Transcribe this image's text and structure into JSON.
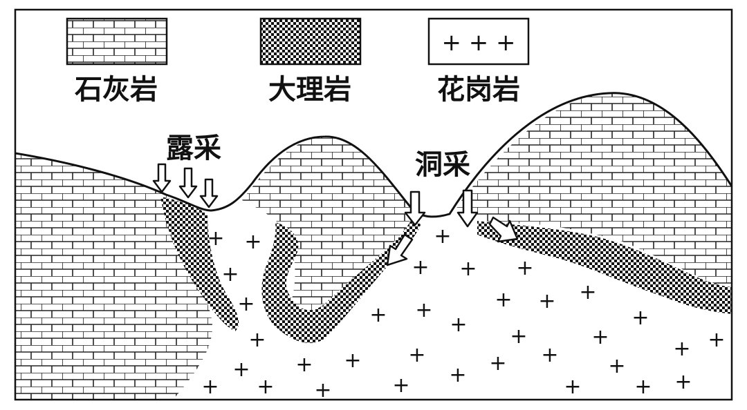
{
  "legend": {
    "limestone": "石灰岩",
    "marble": "大理岩",
    "granite": "花岗岩",
    "granite_symbol": "+ + +"
  },
  "labels": {
    "open_pit": "露采",
    "underground": "洞采"
  },
  "colors": {
    "ink": "#111111",
    "background": "#ffffff"
  }
}
